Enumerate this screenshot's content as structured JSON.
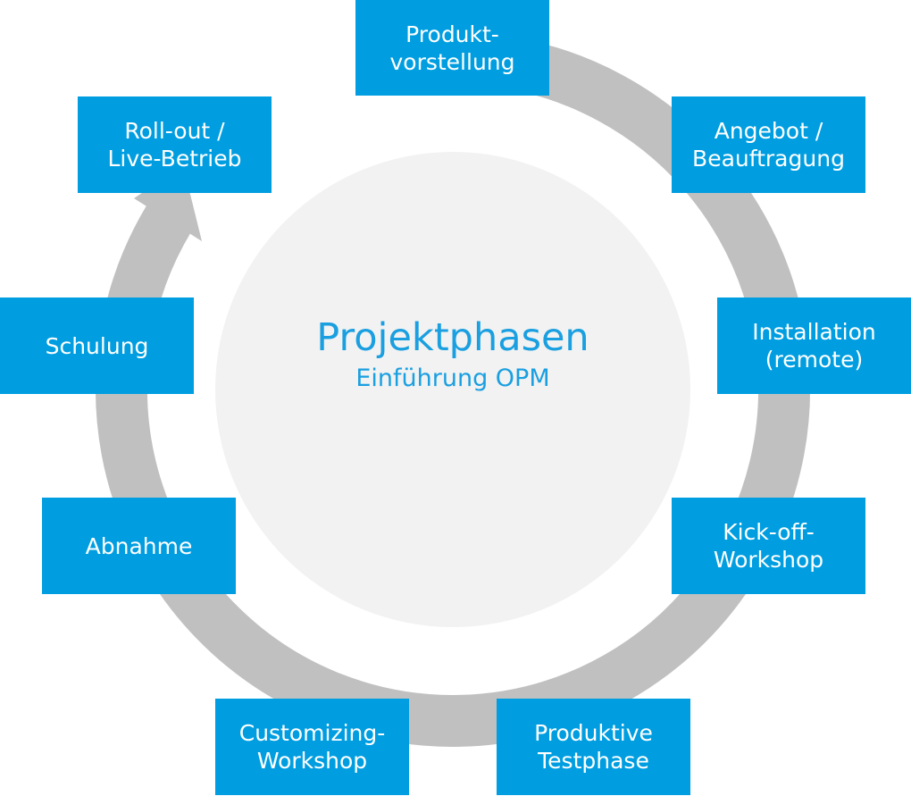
{
  "center": {
    "title": "Projektphasen",
    "subtitle": "Einführung OPM"
  },
  "phases": [
    {
      "line1": "Produkt-",
      "line2": "vorstellung"
    },
    {
      "line1": "Angebot /",
      "line2": "Beauftragung"
    },
    {
      "line1": "Installation",
      "line2": "(remote)"
    },
    {
      "line1": "Kick-off-",
      "line2": "Workshop"
    },
    {
      "line1": "Produktive",
      "line2": "Testphase"
    },
    {
      "line1": "Customizing-",
      "line2": "Workshop"
    },
    {
      "line1": "Abnahme"
    },
    {
      "line1": "Schulung"
    },
    {
      "line1": "Roll-out /",
      "line2": "Live-Betrieb"
    }
  ],
  "colors": {
    "box": "#009ee0",
    "ring": "#c0c0c0",
    "circle": "#f2f2f2",
    "text_accent": "#1a9fe0"
  }
}
